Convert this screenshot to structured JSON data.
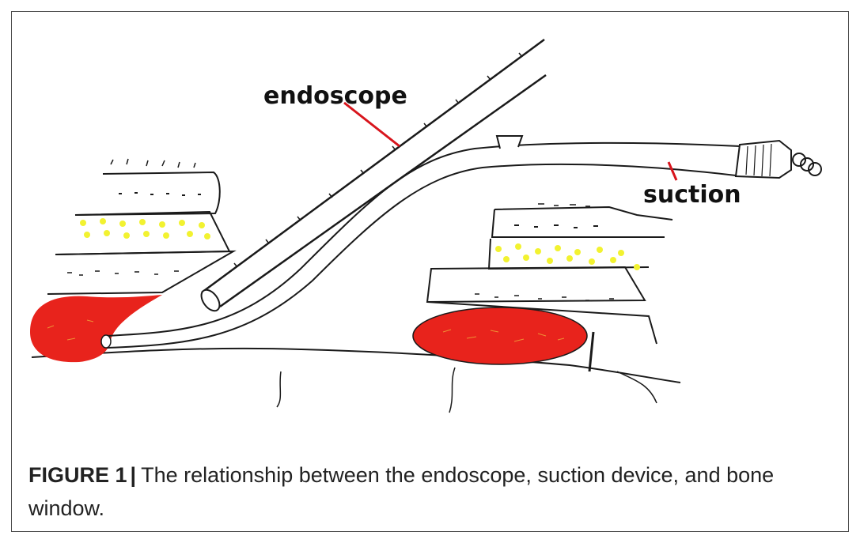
{
  "diagram": {
    "labels": {
      "endoscope": "endoscope",
      "suction": "suction"
    },
    "colors": {
      "hematoma": "#e8231c",
      "fat_dots": "#f2f230",
      "outline": "#1a1a1a",
      "leader": "#d8141c"
    }
  },
  "caption": {
    "label": "FIGURE 1",
    "separator": "|",
    "text": "The relationship between the endoscope, suction device, and bone window."
  }
}
